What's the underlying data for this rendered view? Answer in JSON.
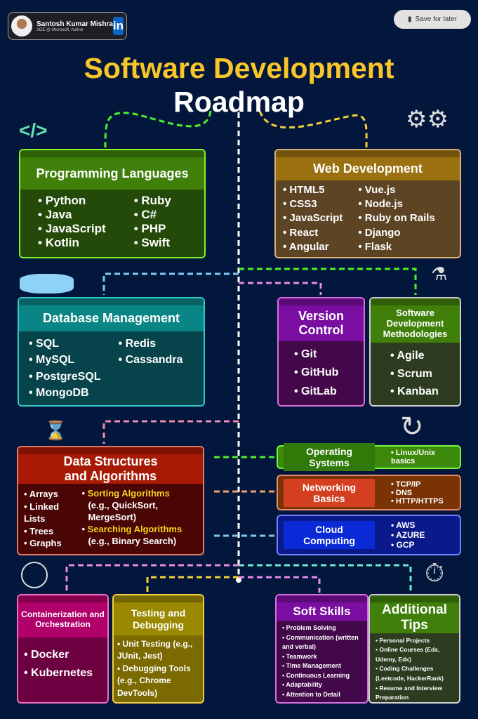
{
  "header": {
    "author_name": "Santosh Kumar Mishra",
    "author_role": "SDE @ Microsoft, Author",
    "linkedin": "in",
    "save_label": "Save for later"
  },
  "title": {
    "line1": "Software Development",
    "line2": "Roadmap"
  },
  "icons": {
    "code": "</>"
  },
  "sections": {
    "programming": {
      "title": "Programming Languages",
      "col1": [
        "Python",
        "Java",
        "JavaScript",
        "Kotlin"
      ],
      "col2": [
        "Ruby",
        "C#",
        "PHP",
        "Swift"
      ]
    },
    "web": {
      "title": "Web Development",
      "col1": [
        "HTML5",
        "CSS3",
        "JavaScript",
        "React",
        "Angular"
      ],
      "col2": [
        "Vue.js",
        "Node.js",
        "Ruby on Rails",
        "Django",
        "Flask"
      ]
    },
    "database": {
      "title": "Database Management",
      "col1": [
        "SQL",
        "MySQL",
        "PostgreSQL",
        "MongoDB"
      ],
      "col2": [
        "Redis",
        "Cassandra"
      ]
    },
    "vcs": {
      "title": "Version Control",
      "col1": [
        "Git",
        "GitHub",
        "GitLab"
      ]
    },
    "methodologies": {
      "title": "Software Development Methodologies",
      "col1": [
        "Agile",
        "Scrum",
        "Kanban"
      ]
    },
    "dsa": {
      "title": "Data Structures and Algorithms",
      "col1": [
        "Arrays",
        "Linked Lists",
        "Trees",
        "Graphs"
      ],
      "col2": [
        {
          "h": "Sorting Algorithms",
          "d": "(e.g., QuickSort, MergeSort)"
        },
        {
          "h": "Searching Algorithms",
          "d": "(e.g., Binary Search)"
        }
      ]
    },
    "os": {
      "title": "Operating Systems",
      "items": [
        "Linux/Unix basics"
      ]
    },
    "networking": {
      "title": "Networking Basics",
      "items": [
        "TCP/IP",
        "DNS",
        "HTTP/HTTPS"
      ]
    },
    "cloud": {
      "title": "Cloud Computing",
      "items": [
        "AWS",
        "AZURE",
        "GCP"
      ]
    },
    "containers": {
      "title": "Containerization and Orchestration",
      "col1": [
        "Docker",
        "Kubernetes"
      ]
    },
    "testing": {
      "title": "Testing and Debugging",
      "col1": [
        "Unit Testing (e.g., JUnit, Jest)",
        "Debugging Tools (e.g., Chrome DevTools)"
      ]
    },
    "soft": {
      "title": "Soft Skills",
      "col1": [
        "Problem Solving",
        "Communication (written and verbal)",
        "Teamwork",
        "Time Management",
        "Continuous Learning",
        "Adaptability",
        "Attention to Detail"
      ]
    },
    "tips": {
      "title": "Additional Tips",
      "col1": [
        "Personal Projects",
        "Online Courses (Edx, Udemy, Edx)",
        "Coding Challenges (Leetcode, HackerRank)",
        "Resume and Interview Preparation"
      ]
    }
  },
  "colors": {
    "background": "#03173d",
    "title_yellow": "#f8c629"
  }
}
